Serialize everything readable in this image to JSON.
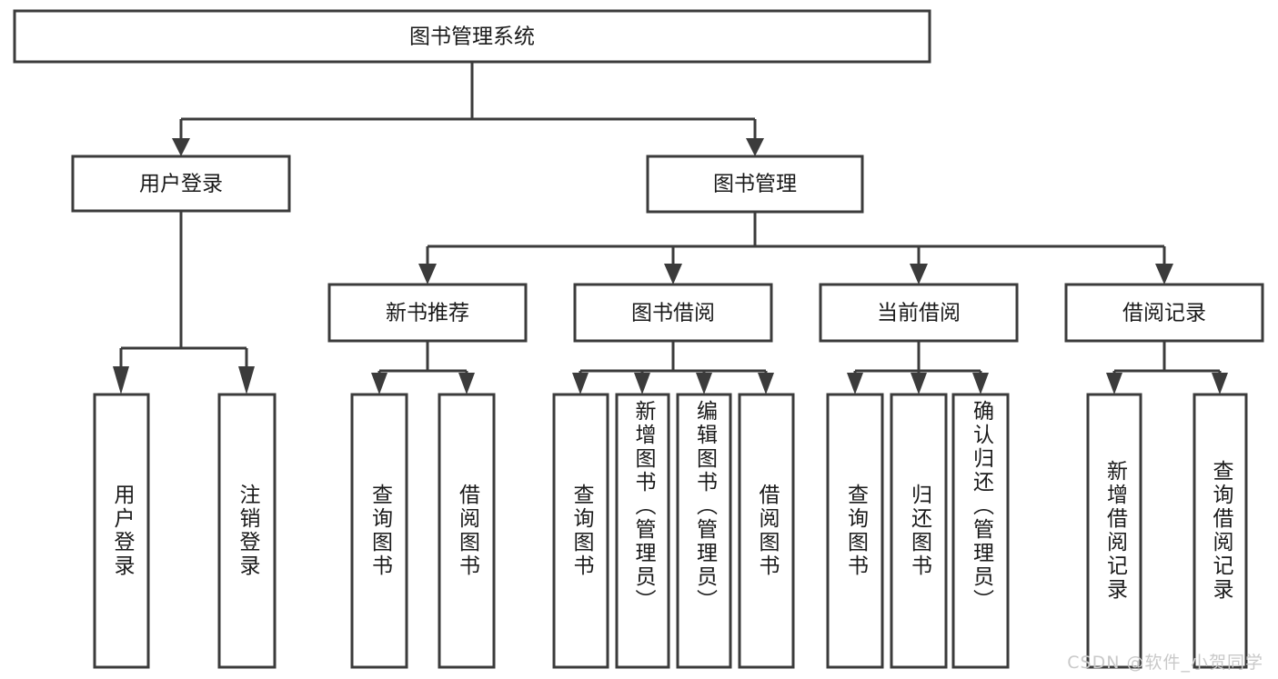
{
  "diagram": {
    "title": "图书管理系统",
    "type": "hierarchy-tree",
    "root": {
      "id": "root",
      "label": "图书管理系统",
      "orientation": "horizontal"
    },
    "level1": [
      {
        "id": "user-login",
        "label": "用户登录",
        "orientation": "horizontal"
      },
      {
        "id": "book-management",
        "label": "图书管理",
        "orientation": "horizontal"
      }
    ],
    "level2": [
      {
        "id": "new-book-recommend",
        "label": "新书推荐",
        "orientation": "horizontal",
        "parent": "book-management"
      },
      {
        "id": "book-borrow",
        "label": "图书借阅",
        "orientation": "horizontal",
        "parent": "book-management"
      },
      {
        "id": "current-borrow",
        "label": "当前借阅",
        "orientation": "horizontal",
        "parent": "book-management"
      },
      {
        "id": "borrow-record",
        "label": "借阅记录",
        "orientation": "horizontal",
        "parent": "book-management"
      }
    ],
    "leaves": [
      {
        "id": "leaf-user-login",
        "label": "用户登录",
        "orientation": "vertical",
        "parent": "user-login"
      },
      {
        "id": "leaf-user-logout",
        "label": "注销登录",
        "orientation": "vertical",
        "parent": "user-login"
      },
      {
        "id": "leaf-query-book-1",
        "label": "查询图书",
        "orientation": "vertical",
        "parent": "new-book-recommend"
      },
      {
        "id": "leaf-borrow-book-1",
        "label": "借阅图书",
        "orientation": "vertical",
        "parent": "new-book-recommend"
      },
      {
        "id": "leaf-query-book-2",
        "label": "查询图书",
        "orientation": "vertical",
        "parent": "book-borrow"
      },
      {
        "id": "leaf-add-book",
        "label": "新增图书（管理员）",
        "orientation": "vertical",
        "parent": "book-borrow"
      },
      {
        "id": "leaf-edit-book",
        "label": "编辑图书（管理员）",
        "orientation": "vertical",
        "parent": "book-borrow"
      },
      {
        "id": "leaf-borrow-book-2",
        "label": "借阅图书",
        "orientation": "vertical",
        "parent": "book-borrow"
      },
      {
        "id": "leaf-query-book-3",
        "label": "查询图书",
        "orientation": "vertical",
        "parent": "current-borrow"
      },
      {
        "id": "leaf-return-book",
        "label": "归还图书",
        "orientation": "vertical",
        "parent": "current-borrow"
      },
      {
        "id": "leaf-confirm-return",
        "label": "确认归还（管理员）",
        "orientation": "vertical",
        "parent": "current-borrow"
      },
      {
        "id": "leaf-add-record",
        "label": "新增借阅记录",
        "orientation": "vertical",
        "parent": "borrow-record"
      },
      {
        "id": "leaf-query-record",
        "label": "查询借阅记录",
        "orientation": "vertical",
        "parent": "borrow-record"
      }
    ],
    "colors": {
      "stroke": "#3b3b3b",
      "fill": "#ffffff",
      "text": "#1a1a1a",
      "watermark": "#c9c9c9",
      "background": "#ffffff"
    }
  },
  "watermark": {
    "text": "CSDN @软件_小贺同学"
  }
}
